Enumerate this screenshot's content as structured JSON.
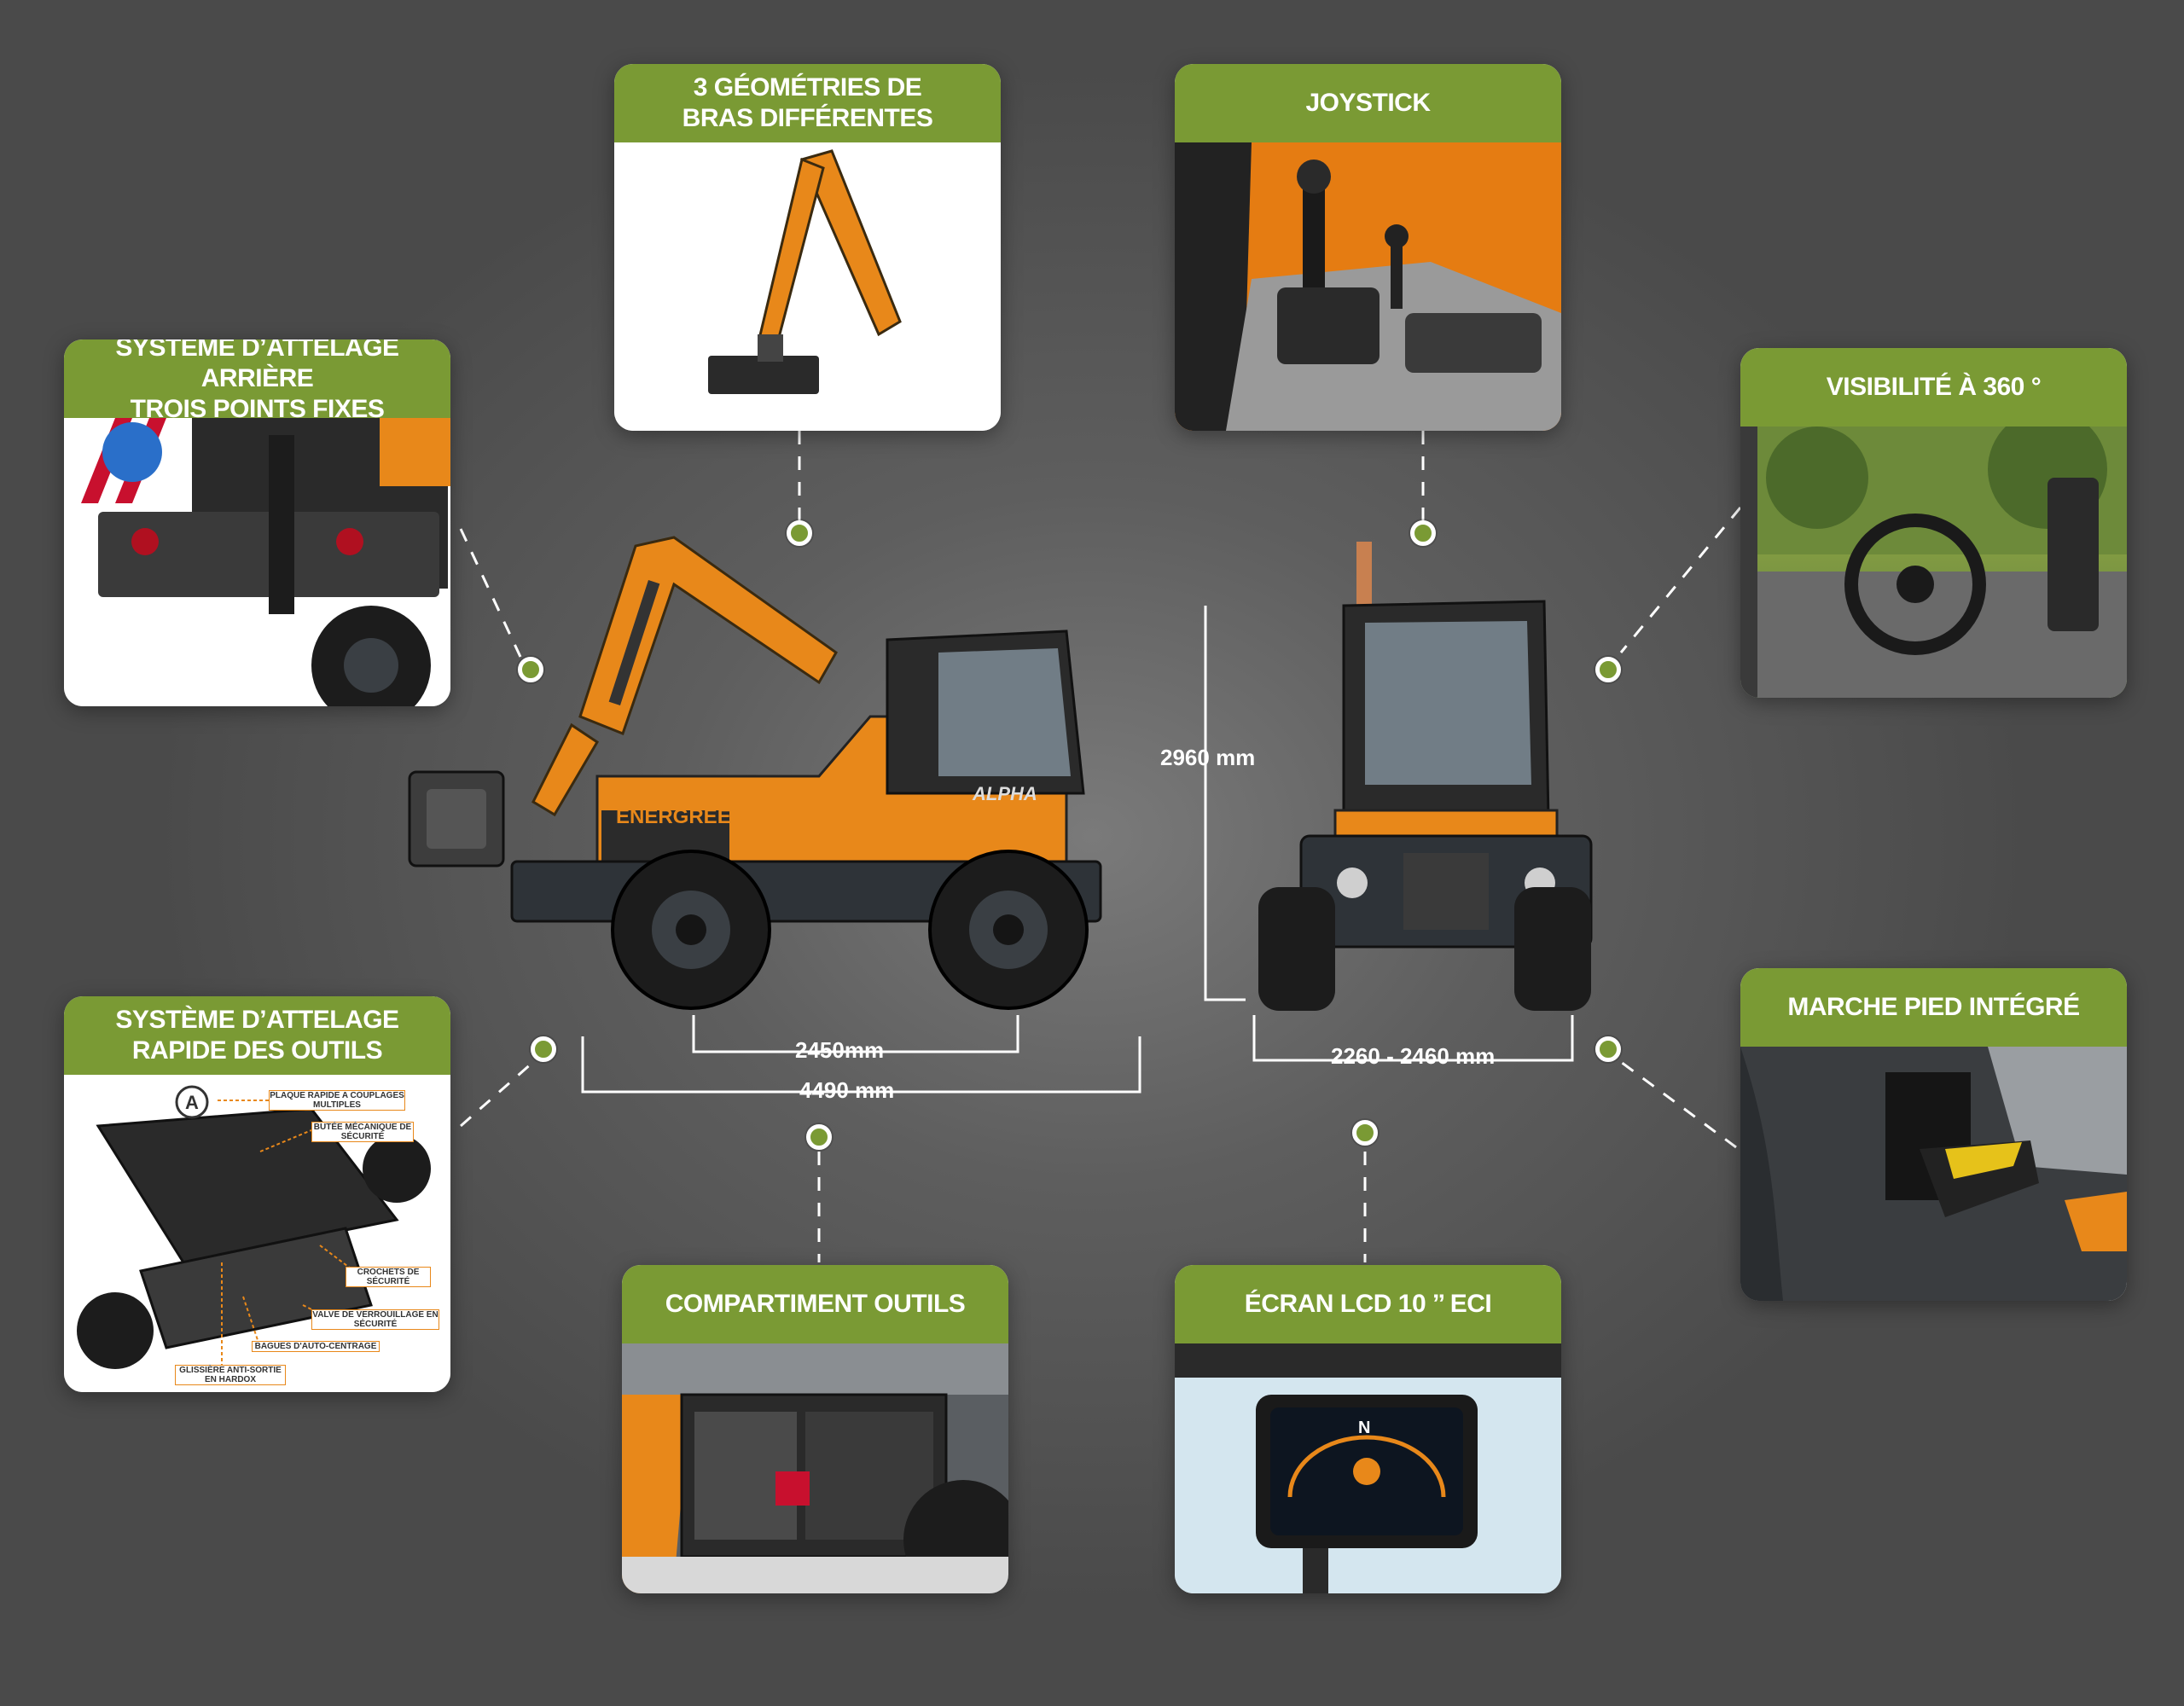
{
  "colors": {
    "accent": "#7a9a34",
    "background": "#555555",
    "machine_orange": "#e8881a"
  },
  "features": {
    "rear_hitch": "SYSTÈME D’ATTELAGE ARRIÈRE\nTROIS POINTS FIXES",
    "arm_geometries": "3 GÉOMÉTRIES DE\nBRAS DIFFÉRENTES",
    "joystick": "JOYSTICK",
    "visibility": "VISIBILITÉ À 360 °",
    "quick_hitch": "SYSTÈME D’ATTELAGE\nRAPIDE DES OUTILS",
    "tool_compartment": "COMPARTIMENT OUTILS",
    "lcd_screen": "ÉCRAN LCD 10 ’’ ECI",
    "step": "MARCHE PIED INTÉGRÉ"
  },
  "dimensions": {
    "wheelbase": "2450mm",
    "length": "4490 mm",
    "height": "2960 mm",
    "width": "2260 - 2460 mm"
  },
  "machine": {
    "brand": "ENERGREEN",
    "model": "ALPHA"
  },
  "quick_hitch_callouts": [
    "PLAQUE RAPIDE A COUPLAGES MULTIPLES",
    "BUTÉE MÉCANIQUE DE SÉCURITÉ",
    "CROCHETS DE SÉCURITÉ",
    "VALVE DE VERROUILLAGE EN SÉCURITÉ",
    "BAGUES D'AUTO-CENTRAGE",
    "GLISSIÈRE ANTI-SORTIE EN HARDOX"
  ],
  "quick_hitch_marker": "A",
  "screen_gear": "N"
}
